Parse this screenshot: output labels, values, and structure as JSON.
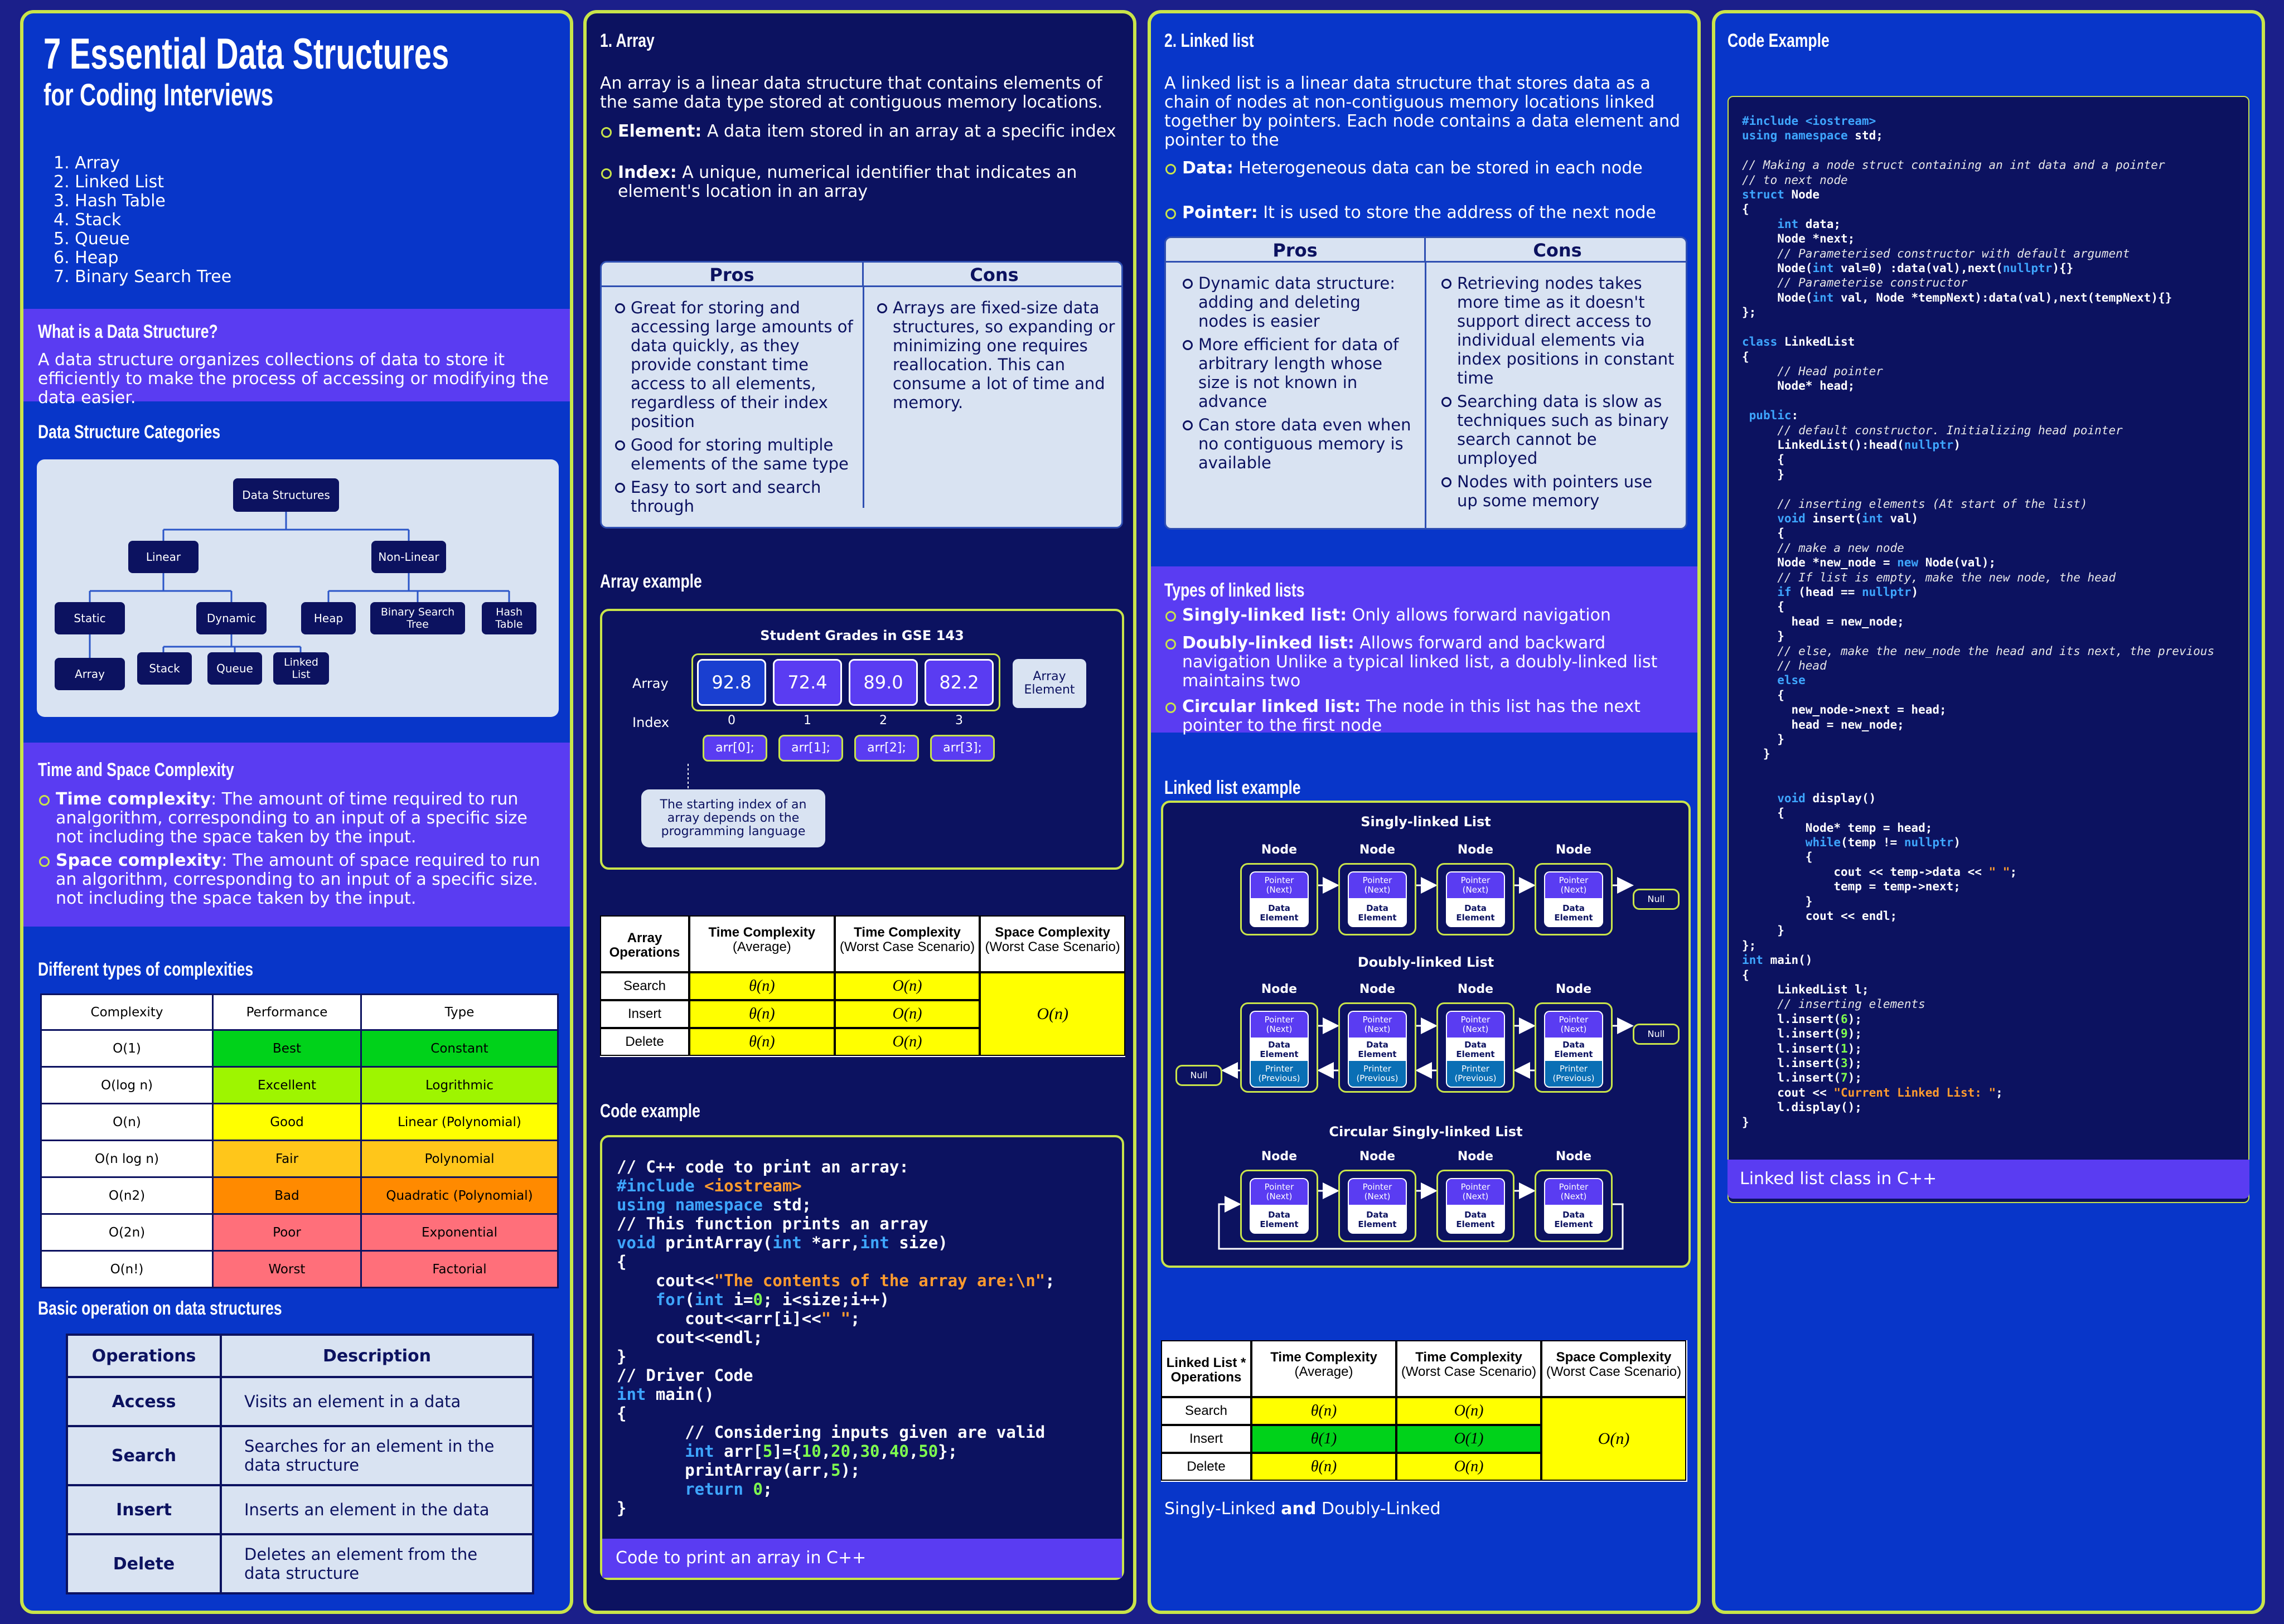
{
  "title": {
    "main": "7 Essential Data Structures",
    "sub": "for Coding Interviews"
  },
  "toc": [
    "1. Array",
    "2. Linked List",
    "3. Hash Table",
    "4. Stack",
    "5. Queue",
    "6. Heap",
    "7. Binary Search Tree"
  ],
  "what": {
    "heading": "What is a Data Structure?",
    "text": "A data structure organizes collections of data to store it efficiently to make the process of accessing or modifying the data easier."
  },
  "categories": {
    "heading": "Data Structure Categories",
    "nodes": {
      "root": "Data Structures",
      "linear": "Linear",
      "nonlinear": "Non-Linear",
      "static": "Static",
      "dynamic": "Dynamic",
      "heap": "Heap",
      "bst": "Binary Search Tree",
      "hash": "Hash Table",
      "array": "Array",
      "stack": "Stack",
      "queue": "Queue",
      "ll": "Linked List"
    }
  },
  "complexity": {
    "heading": "Time and Space Complexity",
    "items": [
      {
        "term": "Time complexity",
        "text": ": The amount of time required to run analgorithm, corresponding to an input of a specific size not including the space taken by the input."
      },
      {
        "term": "Space complexity",
        "text": ": The amount of space required to run an algorithm, corresponding to an input of a specific size. not including the space taken by the input."
      }
    ]
  },
  "types": {
    "heading": "Different types of complexities",
    "headers": [
      "Complexity",
      "Performance",
      "Type"
    ],
    "rows": [
      {
        "c": "O(1)",
        "p": "Best",
        "t": "Constant",
        "color": "#00d21a"
      },
      {
        "c": "O(log n)",
        "p": "Excellent",
        "t": "Logrithmic",
        "color": "#9ef500"
      },
      {
        "c": "O(n)",
        "p": "Good",
        "t": "Linear (Polynomial)",
        "color": "#ffff00"
      },
      {
        "c": "O(n log n)",
        "p": "Fair",
        "t": "Polynomial",
        "color": "#ffc61a"
      },
      {
        "c": "O(n2)",
        "p": "Bad",
        "t": "Quadratic (Polynomial)",
        "color": "#ff8a00"
      },
      {
        "c": "O(2n)",
        "p": "Poor",
        "t": "Exponential",
        "color": "#ff6f7a"
      },
      {
        "c": "O(n!)",
        "p": "Worst",
        "t": "Factorial",
        "color": "#ff6f7a"
      }
    ]
  },
  "basic": {
    "heading": "Basic operation on data structures",
    "headers": [
      "Operations",
      "Description"
    ],
    "rows": [
      {
        "op": "Access",
        "d": "Visits an element in a data"
      },
      {
        "op": "Search",
        "d": "Searches for an element in the data structure"
      },
      {
        "op": "Insert",
        "d": "Inserts an element in the data"
      },
      {
        "op": "Delete",
        "d": "Deletes an element from the data structure"
      }
    ]
  },
  "array": {
    "heading": "1. Array",
    "intro": "An array is a linear data structure that contains elements of the same data type stored at contiguous memory locations.",
    "items": [
      {
        "term": "Element:",
        "text": " A data item stored in an array at a specific index"
      },
      {
        "term": "Index:",
        "text": " A unique, numerical identifier that indicates an element's location in an array"
      }
    ],
    "pros_label": "Pros",
    "cons_label": "Cons",
    "pros": [
      "Great for storing and accessing large amounts of data quickly, as they provide constant time access to all elements, regardless of their index position",
      "Good for storing multiple elements of the same type",
      "Easy to sort and search through"
    ],
    "cons": [
      "Arrays are fixed-size data structures, so expanding or minimizing one requires reallocation. This can consume a lot of time and memory."
    ],
    "example_heading": "Array example",
    "example": {
      "title": "Student Grades in GSE 143",
      "array_label": "Array",
      "index_label": "Index",
      "values": [
        "92.8",
        "72.4",
        "89.0",
        "82.2"
      ],
      "indices": [
        "0",
        "1",
        "2",
        "3"
      ],
      "refs": [
        "arr[0];",
        "arr[1];",
        "arr[2];",
        "arr[3];"
      ],
      "element_label": "Array Element",
      "note": "The starting index of an array depends on the programming language"
    },
    "ops": {
      "headers": [
        "Array Operations",
        "Time Complexity",
        "Time Complexity",
        "Space Complexity"
      ],
      "subs": [
        "",
        "(Average)",
        "(Worst Case Scenario)",
        "(Worst Case Scenario)"
      ],
      "rows": [
        {
          "op": "Search",
          "avg": "θ(n)",
          "worst": "O(n)"
        },
        {
          "op": "Insert",
          "avg": "θ(n)",
          "worst": "O(n)"
        },
        {
          "op": "Delete",
          "avg": "θ(n)",
          "worst": "O(n)"
        }
      ],
      "space": "O(n)"
    },
    "code_heading": "Code example",
    "code_caption": "Code to print an array in C++"
  },
  "ll": {
    "heading": "2. Linked list",
    "intro": "A linked list is a linear data structure that stores data as a chain of nodes at non-contiguous memory locations linked together by pointers. Each node contains a data element and pointer to the",
    "items": [
      {
        "term": "Data:",
        "text": " Heterogeneous data can be stored in each node"
      },
      {
        "term": "Pointer:",
        "text": " It is used to store the address of the next node"
      }
    ],
    "pros_label": "Pros",
    "cons_label": "Cons",
    "pros": [
      "Dynamic data structure: adding and deleting nodes is easier",
      "More efficient for data of arbitrary length whose size is not known in advance",
      "Can store data even when no contiguous memory is available"
    ],
    "cons": [
      "Retrieving nodes takes more time as it doesn't support direct access to individual elements via index positions in constant time",
      "Searching data is slow as techniques such as binary search cannot be umployed",
      "Nodes with pointers use up some memory"
    ],
    "types_heading": "Types of linked lists",
    "types": [
      {
        "term": "Singly-linked list:",
        "text": " Only allows forward navigation"
      },
      {
        "term": "Doubly-linked list:",
        "text": " Allows forward and backward navigation Unlike a typical linked list, a doubly-linked list maintains two"
      },
      {
        "term": "Circular linked list:",
        "text": " The node in this list has the next pointer to the first node"
      }
    ],
    "example_heading": "Linked list example",
    "diagrams": {
      "singly": "Singly-linked List",
      "doubly": "Doubly-linked List",
      "circular": "Circular Singly-linked List",
      "node": "Node",
      "pointer": "Pointer (Next)",
      "data": "Data Element",
      "prev": "Printer (Previous)",
      "null": "Null"
    },
    "ops": {
      "headers": [
        "Linked List * Operations",
        "Time Complexity",
        "Time Complexity",
        "Space Complexity"
      ],
      "subs": [
        "",
        "(Average)",
        "(Worst Case Scenario)",
        "(Worst Case Scenario)"
      ],
      "rows": [
        {
          "op": "Search",
          "avg": "θ(n)",
          "worst": "O(n)",
          "color": "#ffff00"
        },
        {
          "op": "Insert",
          "avg": "θ(1)",
          "worst": "O(1)",
          "color": "#00d21a"
        },
        {
          "op": "Delete",
          "avg": "θ(n)",
          "worst": "O(n)",
          "color": "#ffff00"
        }
      ],
      "space": "O(n)"
    },
    "caption_a": "Singly-Linked ",
    "caption_b": "and",
    "caption_c": " Doubly-Linked"
  },
  "code": {
    "heading": "Code Example",
    "caption": "Linked list class in C++"
  },
  "colors": {
    "lime": "#c9e44a",
    "blue": "#0836c9",
    "navy": "#0c1260",
    "purple": "#5a3cf2",
    "yellow": "#ffff00",
    "green": "#00d21a"
  }
}
